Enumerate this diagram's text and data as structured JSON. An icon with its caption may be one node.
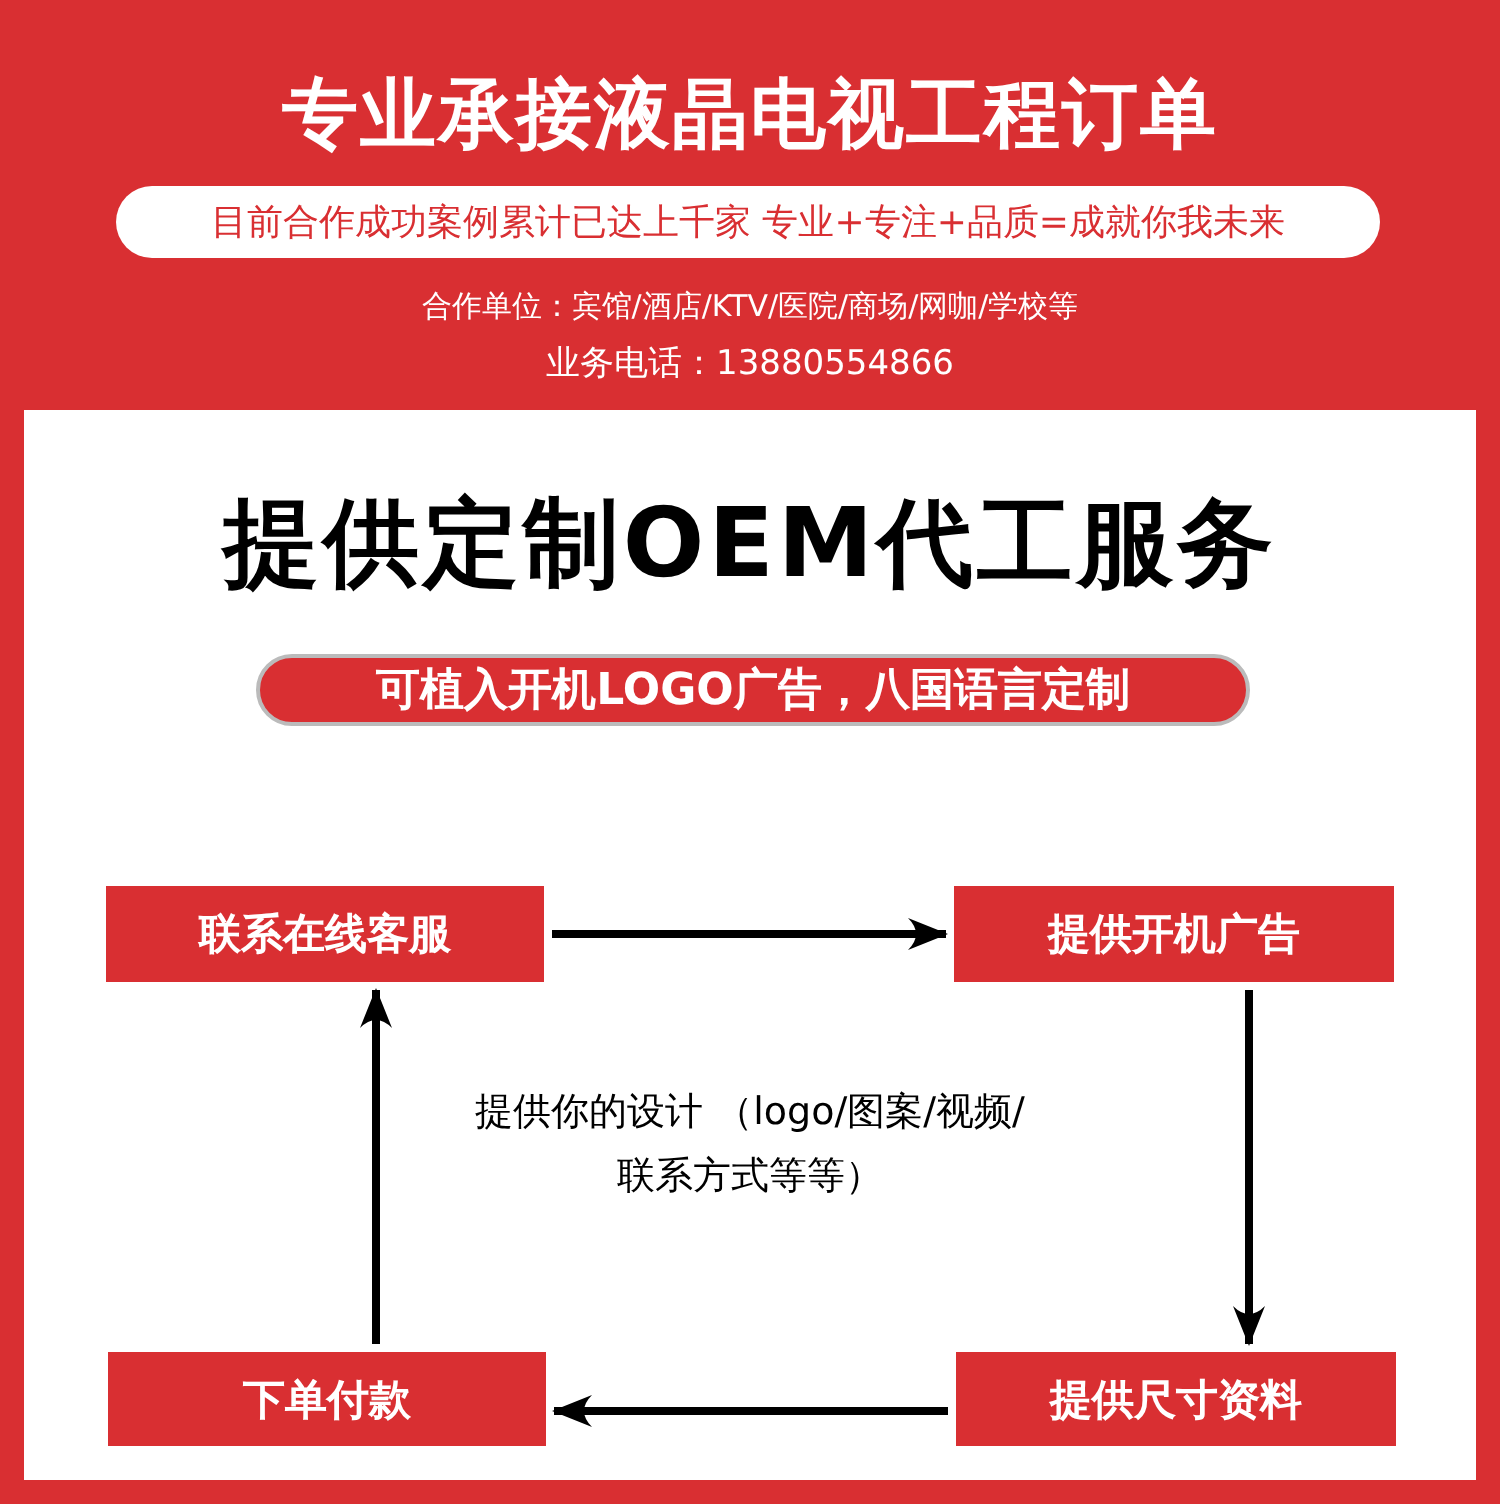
{
  "diagram": {
    "nodes": [
      {
        "text": [
          "专业承接液晶电视工程订单",
          "合作单位：宾馆/酒店/KTV/医院/商场/网咖/学校等",
          "业务电话：13880554866"
        ]
      },
      {
        "text": [
          "目前合作成功案例累计已达上千家 专业+专注+品质=成就你我未来"
        ],
        "in": 0
      },
      {
        "text": [
          "可植入开机LOGO广告，八国语言定制"
        ]
      },
      {
        "text": [
          "联系在线客服"
        ]
      },
      {
        "text": [
          "提供开机广告"
        ]
      },
      {
        "text": [
          "下单付款"
        ]
      },
      {
        "text": [
          "提供尺寸资料"
        ]
      }
    ],
    "edges": [
      {
        "from": 3,
        "to": 4,
        "arrow": "to"
      },
      {
        "from": 4,
        "to": 6,
        "arrow": "to"
      },
      {
        "from": 6,
        "to": 5,
        "arrow": "to"
      },
      {
        "from": 5,
        "to": 3,
        "arrow": "to"
      }
    ],
    "labels": [
      "提供定制OEM代工服务",
      "提供你的设计 （logo/图案/视频/联系方式等等）"
    ]
  }
}
